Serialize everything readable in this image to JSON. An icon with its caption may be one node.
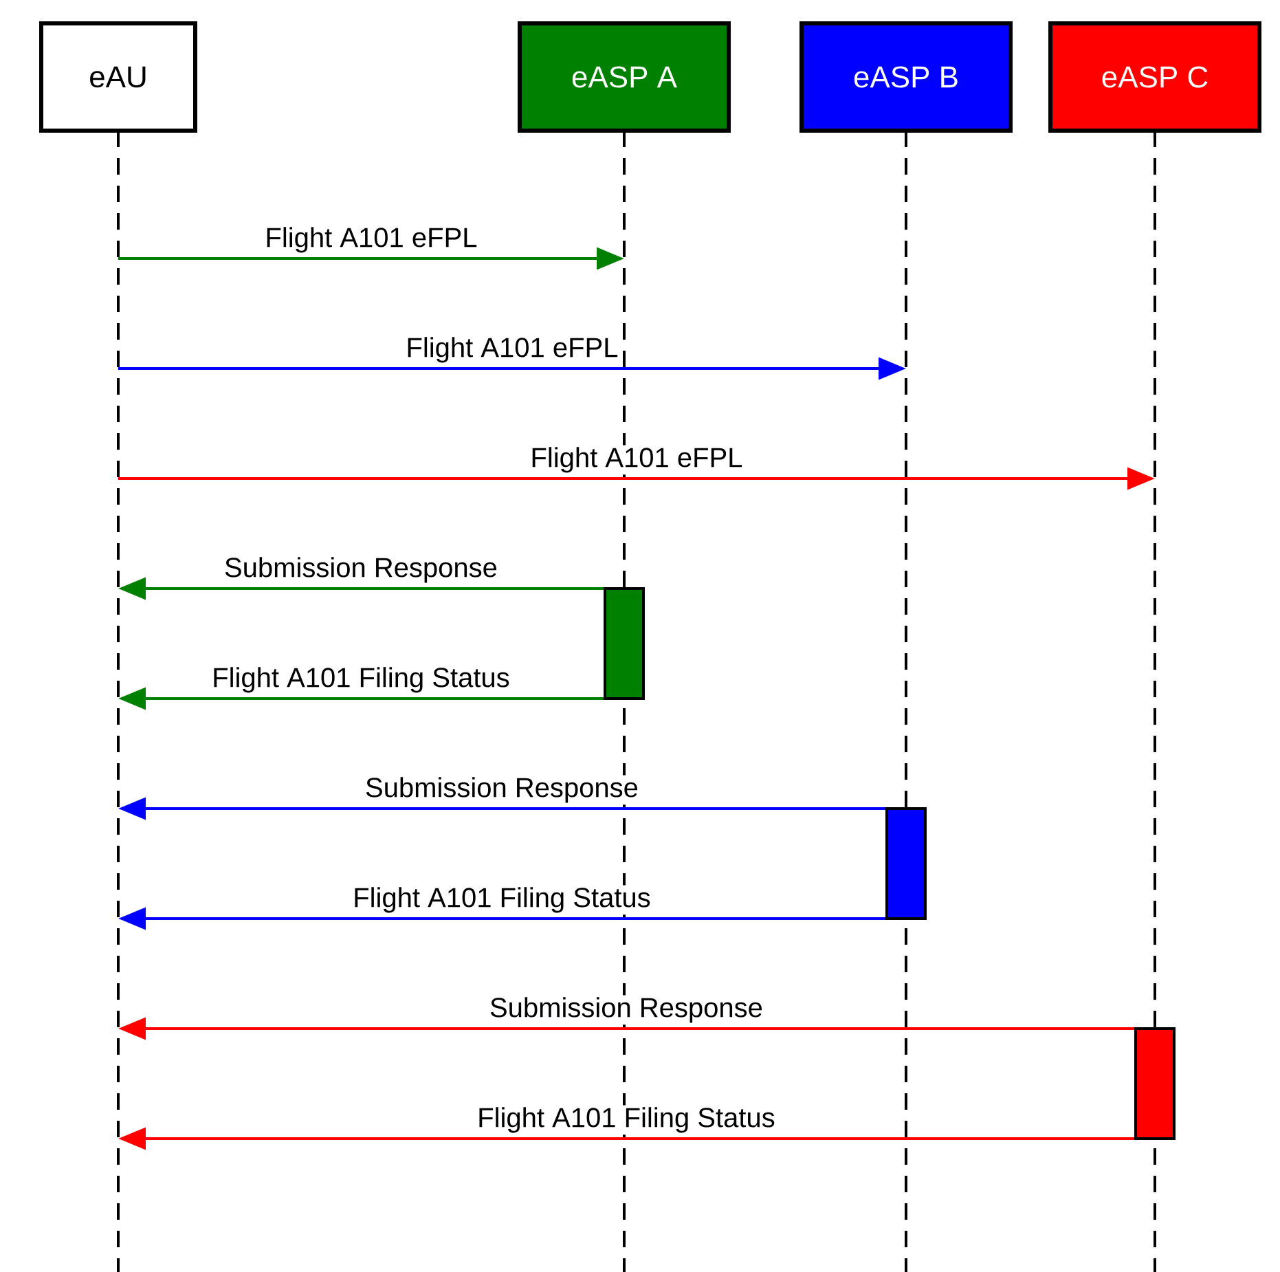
{
  "diagram": {
    "nodes": [
      {
        "text": [
          "eAU"
        ]
      },
      {
        "text": [
          "eASP A"
        ]
      },
      {
        "text": [
          "eASP B"
        ]
      },
      {
        "text": [
          "eASP C"
        ]
      },
      {
        "text": [],
        "shape": "bar",
        "in": 1
      },
      {
        "text": [],
        "shape": "bar",
        "in": 2
      },
      {
        "text": [],
        "shape": "bar",
        "in": 3
      }
    ],
    "edges": [
      {
        "from": 0,
        "to": 1,
        "arrow": "to",
        "label": "Flight A101 eFPL",
        "color": "#008000"
      },
      {
        "from": 0,
        "to": 2,
        "arrow": "to",
        "label": "Flight A101 eFPL",
        "color": "#0000ff"
      },
      {
        "from": 0,
        "to": 3,
        "arrow": "to",
        "label": "Flight A101 eFPL",
        "color": "#ff0000"
      },
      {
        "from": 4,
        "to": 0,
        "arrow": "to",
        "label": "Submission Response",
        "color": "#008000"
      },
      {
        "from": 4,
        "to": 0,
        "arrow": "to",
        "label": "Flight A101 Filing Status",
        "color": "#008000"
      },
      {
        "from": 5,
        "to": 0,
        "arrow": "to",
        "label": "Submission Response",
        "color": "#0000ff"
      },
      {
        "from": 5,
        "to": 0,
        "arrow": "to",
        "label": "Flight A101 Filing Status",
        "color": "#0000ff"
      },
      {
        "from": 6,
        "to": 0,
        "arrow": "to",
        "label": "Submission Response",
        "color": "#ff0000"
      },
      {
        "from": 6,
        "to": 0,
        "arrow": "to",
        "label": "Flight A101 Filing Status",
        "color": "#ff0000"
      }
    ]
  }
}
